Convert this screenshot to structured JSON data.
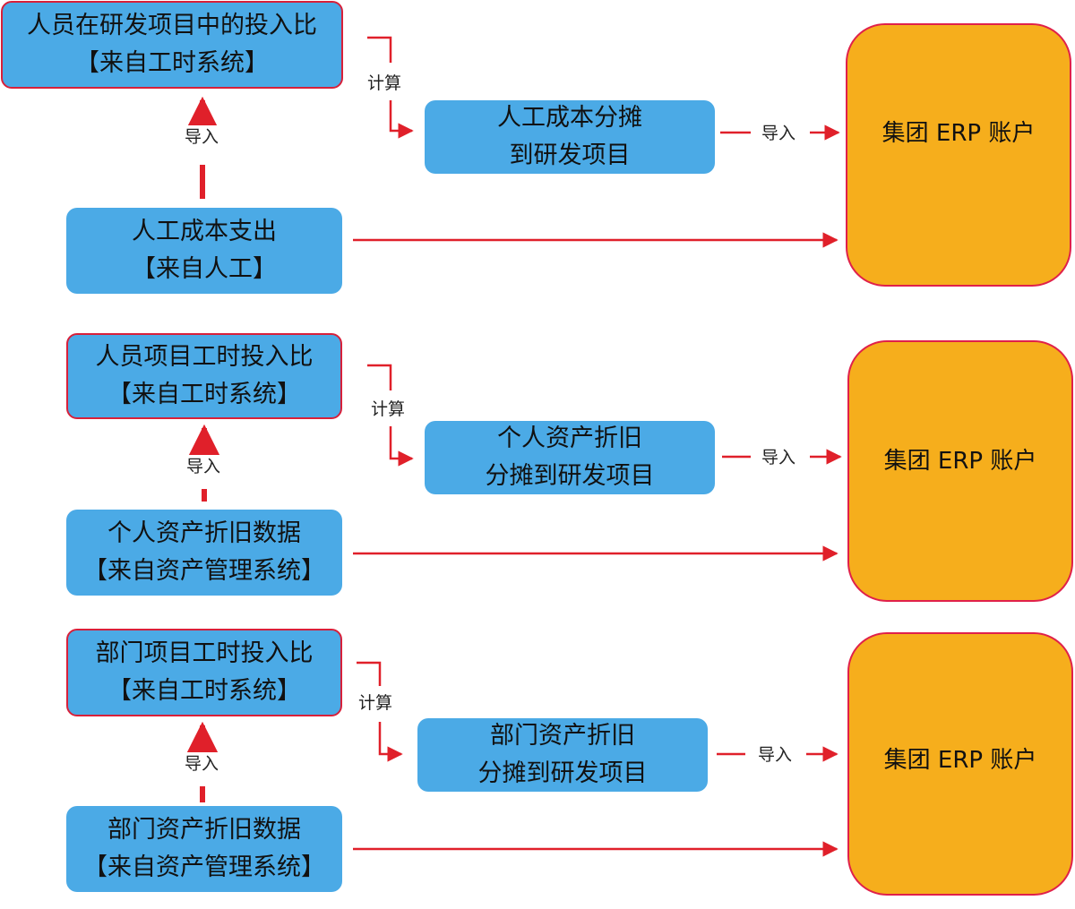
{
  "sections": [
    {
      "ratio": {
        "line1": "人员在研发项目中的投入比",
        "line2": "【来自工时系统】"
      },
      "source": {
        "line1": "人工成本支出",
        "line2": "【来自人工】"
      },
      "allocation": {
        "line1": "人工成本分摊",
        "line2": "到研发项目"
      },
      "account": "集团 ERP 账户"
    },
    {
      "ratio": {
        "line1": "人员项目工时投入比",
        "line2": "【来自工时系统】"
      },
      "source": {
        "line1": "个人资产折旧数据",
        "line2": "【来自资产管理系统】"
      },
      "allocation": {
        "line1": "个人资产折旧",
        "line2": "分摊到研发项目"
      },
      "account": "集团 ERP 账户"
    },
    {
      "ratio": {
        "line1": "部门项目工时投入比",
        "line2": "【来自工时系统】"
      },
      "source": {
        "line1": "部门资产折旧数据",
        "line2": "【来自资产管理系统】"
      },
      "allocation": {
        "line1": "部门资产折旧",
        "line2": "分摊到研发项目"
      },
      "account": "集团 ERP 账户"
    }
  ],
  "labels": {
    "import": "导入",
    "calculate": "计算"
  },
  "colors": {
    "box_blue": "#4baae6",
    "box_orange": "#f6ae1c",
    "arrow_red": "#e0202a",
    "border_red": "#d8203a"
  }
}
